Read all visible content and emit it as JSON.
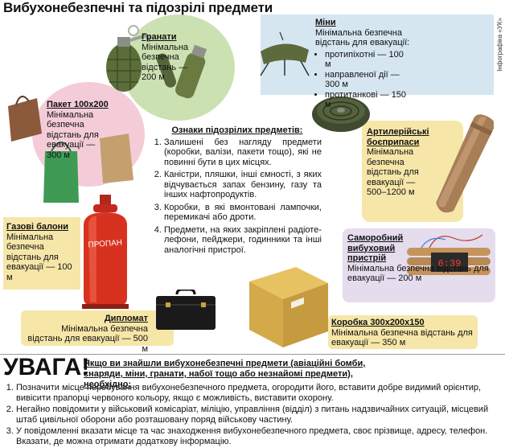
{
  "title": "Вибухонебезпечні та підозрілі предмети",
  "credit": "Інфографіка «УК»",
  "grenades": {
    "name": "Гранати",
    "text": "Мінімальна безпечна відстань — 200 м"
  },
  "mines": {
    "name": "Міни",
    "text": "Мінімальна безпечна відстань для евакуації:",
    "items": [
      "протипіхотні — 100 м",
      "направленої дії — 300 м",
      "протитанкові — 150 м"
    ]
  },
  "package": {
    "name": "Пакет 100x200",
    "text": "Мінімальна безпечна відстань для евакуації — 300 м"
  },
  "signs": {
    "heading": "Ознаки підозрілих предметів:",
    "items": [
      "Залишені без нагляду предмети (коробки, валізи, пакети тощо), які не повинні бути в цих місцях.",
      "Каністри, пляшки, інші ємності, з яких відчувається запах бензину, газу та інших нафтопродуктів.",
      "Коробки, в які вмонтовані лампочки, перемикачі або дроти.",
      "Предмети, на яких закріплені радіоте-лефони, пейджери, годинники та інші аналогічні пристрої."
    ]
  },
  "artillery": {
    "name": "Артилерійські боєприпаси",
    "text": "Мінімальна безпечна відстань для евакуації — 500–1200 м"
  },
  "gas": {
    "name": "Газові балони",
    "text": "Мінімальна безпечна відстань для евакуації — 100 м"
  },
  "ied": {
    "name": "Саморобний вибуховий пристрій",
    "text": "Мінімальна безпечна відстань для евакуації — 200 м",
    "display": "6:39"
  },
  "cylinder_label": "ПРОПАН",
  "diplomat": {
    "name": "Дипломат",
    "text": "Мінімальна безпечна відстань для евакуації — 500 м"
  },
  "box": {
    "name": "Коробка 300x200x150",
    "text": "Мінімальна безпечна відстань для евакуації — 350 м"
  },
  "warning": {
    "word": "УВАГА!",
    "heading": "Якщо ви знайшли вибухонебезпечні предмети (авіаційні бомби, снаряди, міни, гранати, набої тощо або незнайомі предмети), необхідно:",
    "steps": [
      "Позначити місце перебування вибухонебезпечного предмета, огородити його, вставити добре видимий орієнтир, вивісити прапорці червоного кольору, якщо є можливість, виставити охорону.",
      "Негайно повідомити у військовий комісаріат, міліцію, управління (відділ) з питань надзвичайних ситуацій, місцевий штаб цивільної оборони або розташовану поряд військову частину.",
      "У повідомленні вказати місце та час знаходження вибухонебезпечного предмета, своє прізвище, адресу, телефон. Вказати, де можна отримати додаткову інформацію."
    ]
  },
  "colors": {
    "green_bubble": "#c9dfae",
    "pink_bubble": "#f3c9d6",
    "blue_panel": "#d6e6f1",
    "yellow_panel": "#f6e6a8",
    "purple_panel": "#e5dcee"
  }
}
